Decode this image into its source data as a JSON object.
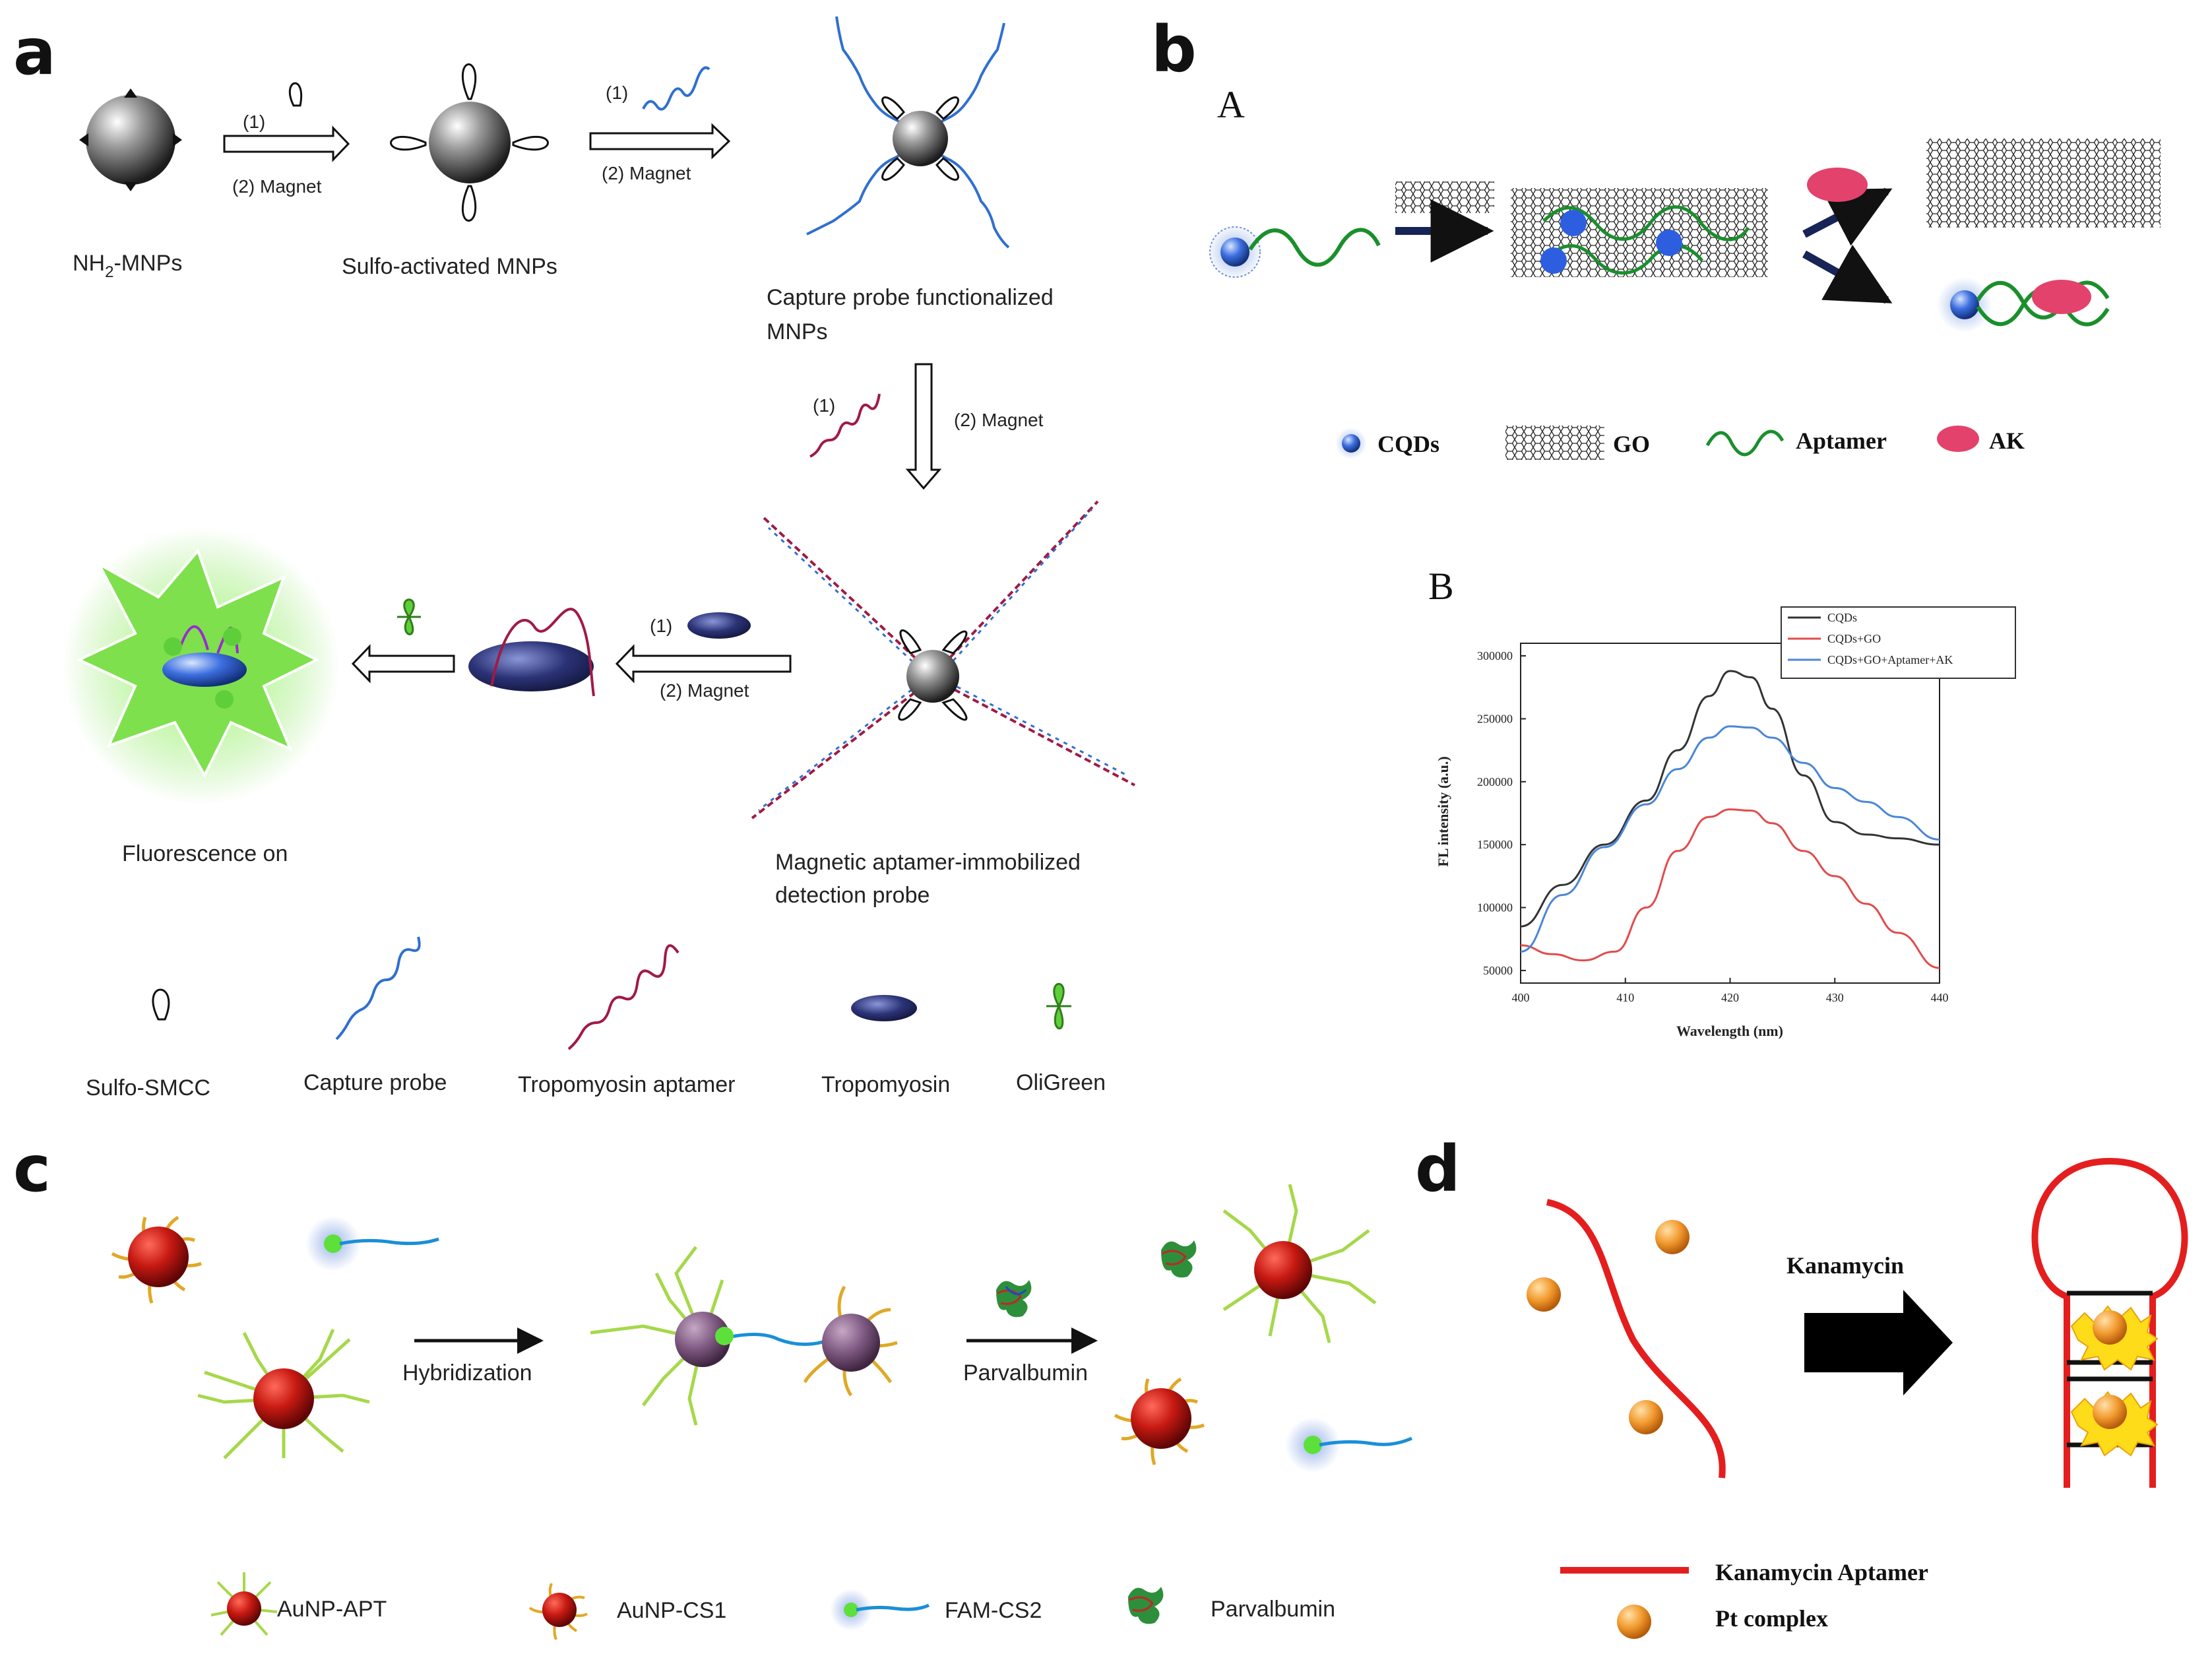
{
  "panels": {
    "a": {
      "label": "a",
      "nh2_prefix": "NH",
      "nh2_sub": "2",
      "nh2_suffix": "-MNPs",
      "sulfo_activated": "Sulfo-activated MNPs",
      "capture_probe_line1": "Capture probe functionalized",
      "capture_probe_line2": "MNPs",
      "magnetic_line1": "Magnetic aptamer-immobilized",
      "magnetic_line2": "detection probe",
      "fluorescence": "Fluorescence on",
      "step1": "(1)",
      "step2": "(2) Magnet",
      "legend": [
        "Sulfo-SMCC",
        "Capture probe",
        "Tropomyosin aptamer",
        "Tropomyosin",
        "OliGreen"
      ]
    },
    "b": {
      "label": "b",
      "sublabel_A": "A",
      "sublabel_B": "B",
      "legend": [
        "CQDs",
        "GO",
        "Aptamer",
        "AK"
      ]
    },
    "c": {
      "label": "c",
      "hybridization": "Hybridization",
      "parvalbumin": "Parvalbumin",
      "legend": [
        "AuNP-APT",
        "AuNP-CS1",
        "FAM-CS2",
        "Parvalbumin"
      ]
    },
    "d": {
      "label": "d",
      "kanamycin": "Kanamycin",
      "legend": [
        "Kanamycin Aptamer",
        "Pt complex"
      ]
    }
  },
  "chart_data": {
    "type": "line",
    "xlabel": "Wavelength (nm)",
    "ylabel": "FL intensity (a.u.)",
    "xlim": [
      400,
      440
    ],
    "ylim": [
      40000,
      310000
    ],
    "xticks": [
      "400",
      "410",
      "420",
      "430",
      "440"
    ],
    "yticks": [
      "50000",
      "100000",
      "150000",
      "200000",
      "250000",
      "300000"
    ],
    "legend_position": "top-right",
    "series": [
      {
        "name": "CQDs",
        "color": "#333333",
        "x": [
          400,
          404,
          408,
          412,
          415,
          418,
          420,
          422,
          424,
          427,
          430,
          433,
          436,
          440
        ],
        "y": [
          85000,
          118000,
          150000,
          185000,
          225000,
          268000,
          288000,
          283000,
          258000,
          205000,
          168000,
          158000,
          155000,
          150000
        ]
      },
      {
        "name": "CQDs+GO",
        "color": "#e24b4b",
        "x": [
          400,
          403,
          406,
          409,
          412,
          415,
          418,
          420,
          422,
          424,
          427,
          430,
          433,
          436,
          440
        ],
        "y": [
          70000,
          63000,
          58000,
          65000,
          100000,
          145000,
          172000,
          178000,
          177000,
          167000,
          145000,
          125000,
          103000,
          80000,
          52000
        ]
      },
      {
        "name": "CQDs+GO+Aptamer+AK",
        "color": "#4a86d8",
        "x": [
          400,
          404,
          408,
          412,
          415,
          418,
          420,
          422,
          424,
          427,
          430,
          433,
          436,
          440
        ],
        "y": [
          65000,
          110000,
          148000,
          182000,
          210000,
          235000,
          244000,
          243000,
          235000,
          215000,
          195000,
          184000,
          172000,
          154000
        ]
      }
    ]
  }
}
